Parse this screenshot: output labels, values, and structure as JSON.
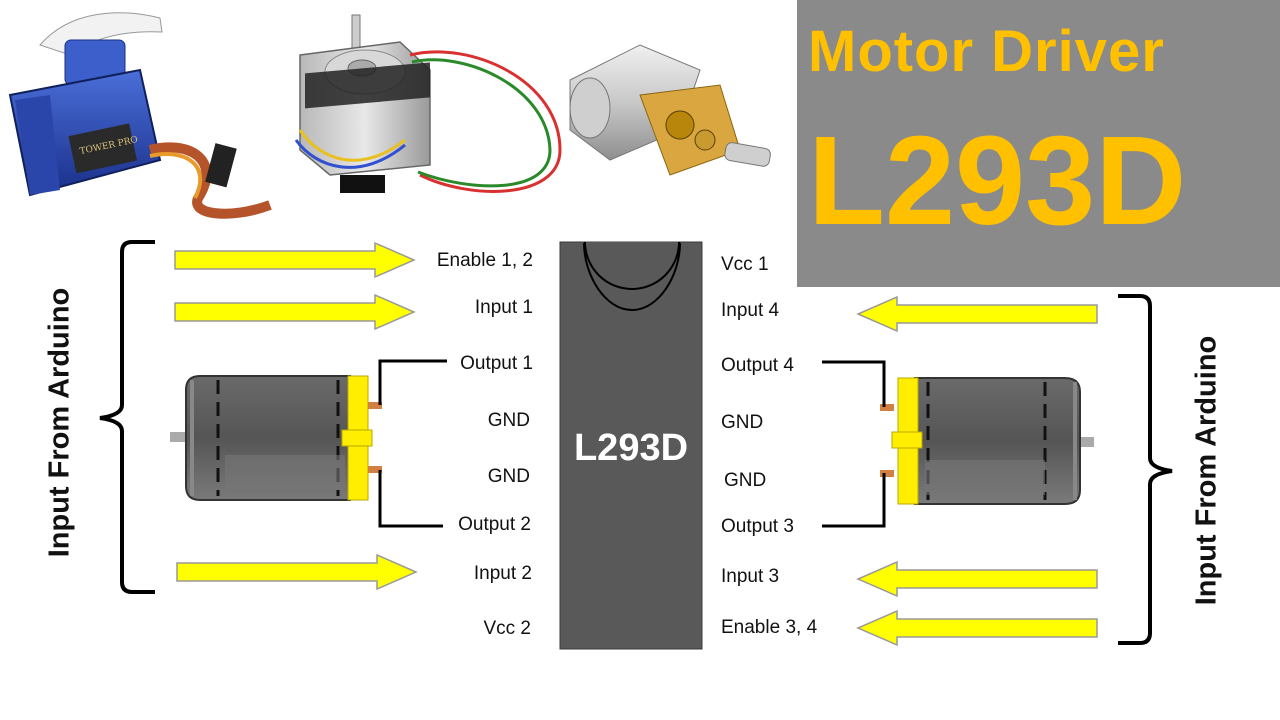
{
  "title": {
    "line1": "Motor Driver",
    "line2": "L293D",
    "text_color": "#ffc000",
    "box_color": "#8a8a8a"
  },
  "chip": {
    "label": "L293D",
    "color": "#595959"
  },
  "pins_left": [
    {
      "id": "enable12",
      "label": "Enable 1, 2"
    },
    {
      "id": "input1",
      "label": "Input 1"
    },
    {
      "id": "output1",
      "label": "Output 1"
    },
    {
      "id": "gnd_l1",
      "label": "GND"
    },
    {
      "id": "gnd_l2",
      "label": "GND"
    },
    {
      "id": "output2",
      "label": "Output 2"
    },
    {
      "id": "input2",
      "label": "Input 2"
    },
    {
      "id": "vcc2",
      "label": "Vcc 2"
    }
  ],
  "pins_right": [
    {
      "id": "vcc1",
      "label": "Vcc 1"
    },
    {
      "id": "input4",
      "label": "Input 4"
    },
    {
      "id": "output4",
      "label": "Output 4"
    },
    {
      "id": "gnd_r1",
      "label": "GND"
    },
    {
      "id": "gnd_r2",
      "label": "GND"
    },
    {
      "id": "output3",
      "label": "Output 3"
    },
    {
      "id": "input3",
      "label": "Input 3"
    },
    {
      "id": "enable34",
      "label": "Enable 3, 4"
    }
  ],
  "side_labels": {
    "left": "Input From Arduino",
    "right": "Input From Arduino"
  },
  "arrow_color": "#ffff00",
  "motor_body_color": "#5a5a5a",
  "motor_cap_color": "#ffee00",
  "product_images": [
    "servo-motor",
    "stepper-motor",
    "geared-dc-motor"
  ]
}
